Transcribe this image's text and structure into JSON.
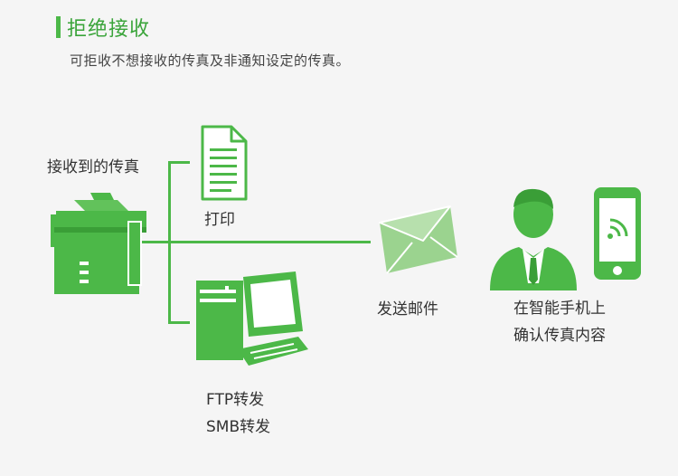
{
  "header": {
    "title": "拒绝接收",
    "subtitle": "可拒收不想接收的传真及非通知设定的传真。"
  },
  "diagram": {
    "received_label": "接收到的传真",
    "print_label": "打印",
    "forward_labels": [
      "FTP转发",
      "SMB转发"
    ],
    "email_label": "发送邮件",
    "phone_labels": [
      "在智能手机上",
      "确认传真内容"
    ]
  },
  "colors": {
    "accent": "#4cb848",
    "accent_light": "#9bd38f",
    "background": "#f5f5f5",
    "text": "#333333"
  },
  "icons": [
    "printer-icon",
    "document-icon",
    "computer-icon",
    "envelope-icon",
    "person-icon",
    "smartphone-icon"
  ]
}
